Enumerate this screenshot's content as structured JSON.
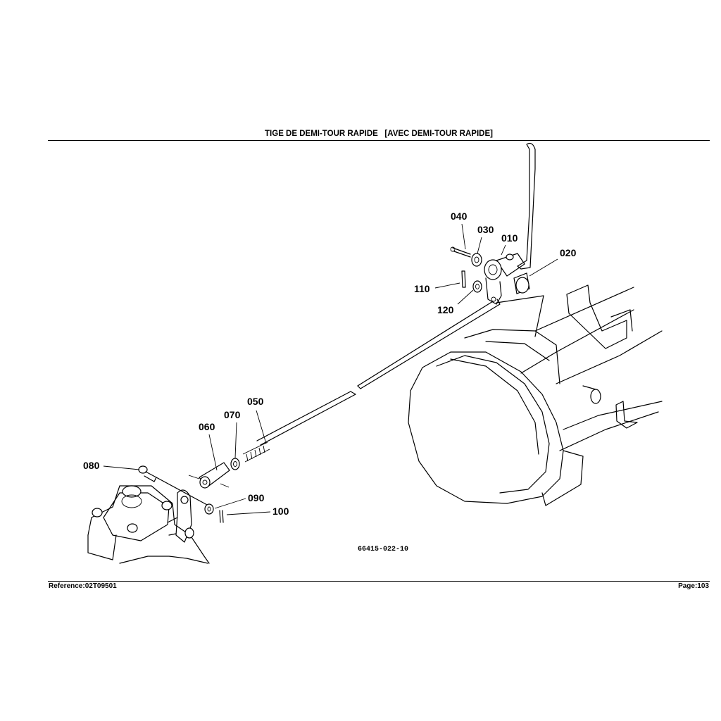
{
  "header": {
    "title": "TIGE DE DEMI-TOUR RAPIDE   [AVEC DEMI-TOUR RAPIDE]"
  },
  "footer": {
    "reference": "Reference:02T09501",
    "page": "Page:103"
  },
  "diagram": {
    "figure_code": "66415-022-10",
    "callouts": {
      "p010": "010",
      "p020": "020",
      "p030": "030",
      "p040": "040",
      "p050": "050",
      "p060": "060",
      "p070": "070",
      "p080": "080",
      "p090": "090",
      "p100": "100",
      "p110": "110",
      "p120": "120"
    }
  }
}
